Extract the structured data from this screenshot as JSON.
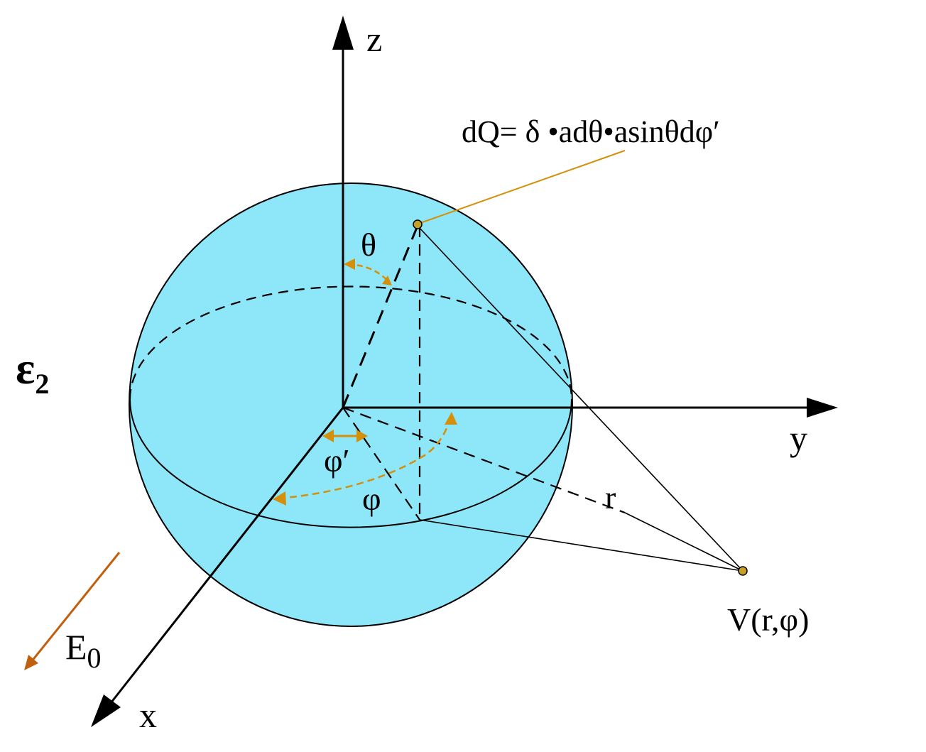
{
  "axes": {
    "z_label": "z",
    "y_label": "y",
    "x_label": "x"
  },
  "labels": {
    "charge_formula": "dQ= δ •adθ•asinθdφ′",
    "theta": "θ",
    "phi_prime": "φ′",
    "phi": "φ",
    "r": "r",
    "potential": "V(r,φ)",
    "epsilon_symbol": "ε",
    "epsilon_subscript": "2",
    "field_symbol": "E",
    "field_subscript": "0"
  },
  "colors": {
    "sphere_fill": "#8ee6f9",
    "outline": "#000000",
    "angle_markers": "#d4900a",
    "leader_line": "#d4900a",
    "field_arrow": "#c0600e",
    "point_fill": "#c8a024"
  }
}
